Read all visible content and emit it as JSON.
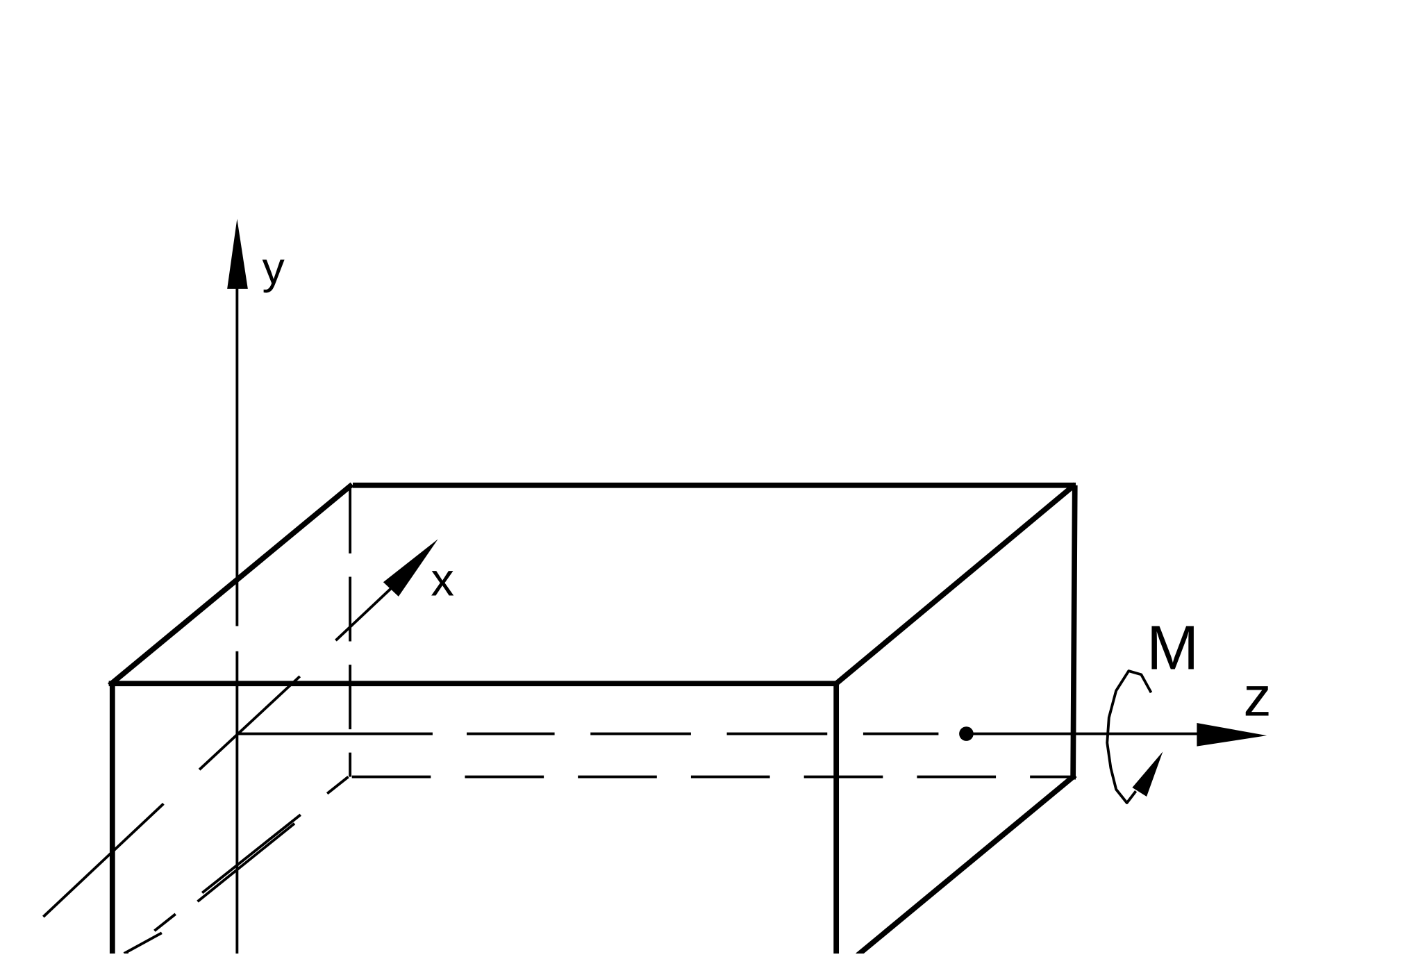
{
  "diagram": {
    "labels": {
      "y_axis": "y",
      "x_axis": "x",
      "z_axis": "z",
      "moment": "M"
    },
    "colors": {
      "background": "#ffffff",
      "ink": "#000000"
    },
    "icons": {
      "moment_symbol": "curved-arrow-icon",
      "axis_arrowhead": "arrowhead-icon"
    }
  }
}
